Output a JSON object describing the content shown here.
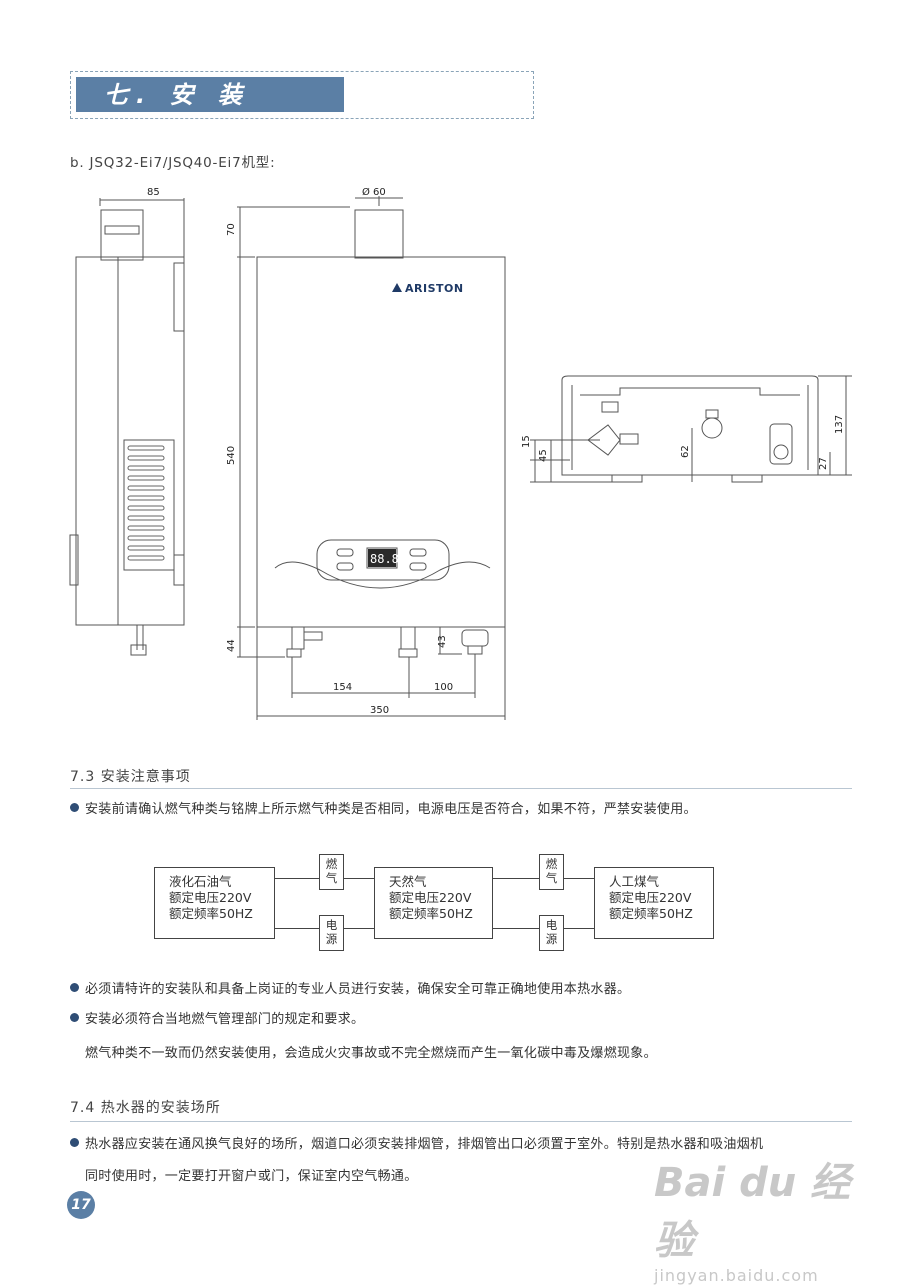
{
  "header": {
    "title": "七. 安 装"
  },
  "subtitle": "b. JSQ32-Ei7/JSQ40-Ei7机型:",
  "drawing": {
    "logo": "ARISTON",
    "display": "88.8",
    "dims": {
      "d85": "85",
      "d60": "Ø 60",
      "d70": "70",
      "d540": "540",
      "d44": "44",
      "d43": "43",
      "d154": "154",
      "d100": "100",
      "d350": "350",
      "d15": "15",
      "d45": "45",
      "d62": "62",
      "d137": "137",
      "d27": "27"
    }
  },
  "s73": {
    "title": "7.3  安装注意事项",
    "bullet1": "安装前请确认燃气种类与铭牌上所示燃气种类是否相同，电源电压是否符合，如果不符，严禁安装使用。",
    "boxes": [
      {
        "l1": "液化石油气",
        "l2": "额定电压220V",
        "l3": "额定频率50HZ"
      },
      {
        "l1": "天然气",
        "l2": "额定电压220V",
        "l3": "额定频率50HZ"
      },
      {
        "l1": "人工煤气",
        "l2": "额定电压220V",
        "l3": "额定频率50HZ"
      }
    ],
    "gas": {
      "a": "燃",
      "b": "气"
    },
    "power": {
      "a": "电",
      "b": "源"
    },
    "bullet2": "必须请特许的安装队和具备上岗证的专业人员进行安装，确保安全可靠正确地使用本热水器。",
    "bullet3": "安装必须符合当地燃气管理部门的规定和要求。",
    "note": "燃气种类不一致而仍然安装使用，会造成火灾事故或不完全燃烧而产生一氧化碳中毒及爆燃现象。"
  },
  "s74": {
    "title": "7.4  热水器的安装场所",
    "line1": "热水器应安装在通风换气良好的场所，烟道口必须安装排烟管，排烟管出口必须置于室外。特别是热水器和吸油烟机",
    "line2": "同时使用时，一定要打开窗户或门，保证室内空气畅通。"
  },
  "page_number": "17",
  "watermark": {
    "brand": "Bai du 经验",
    "url": "jingyan.baidu.com"
  }
}
